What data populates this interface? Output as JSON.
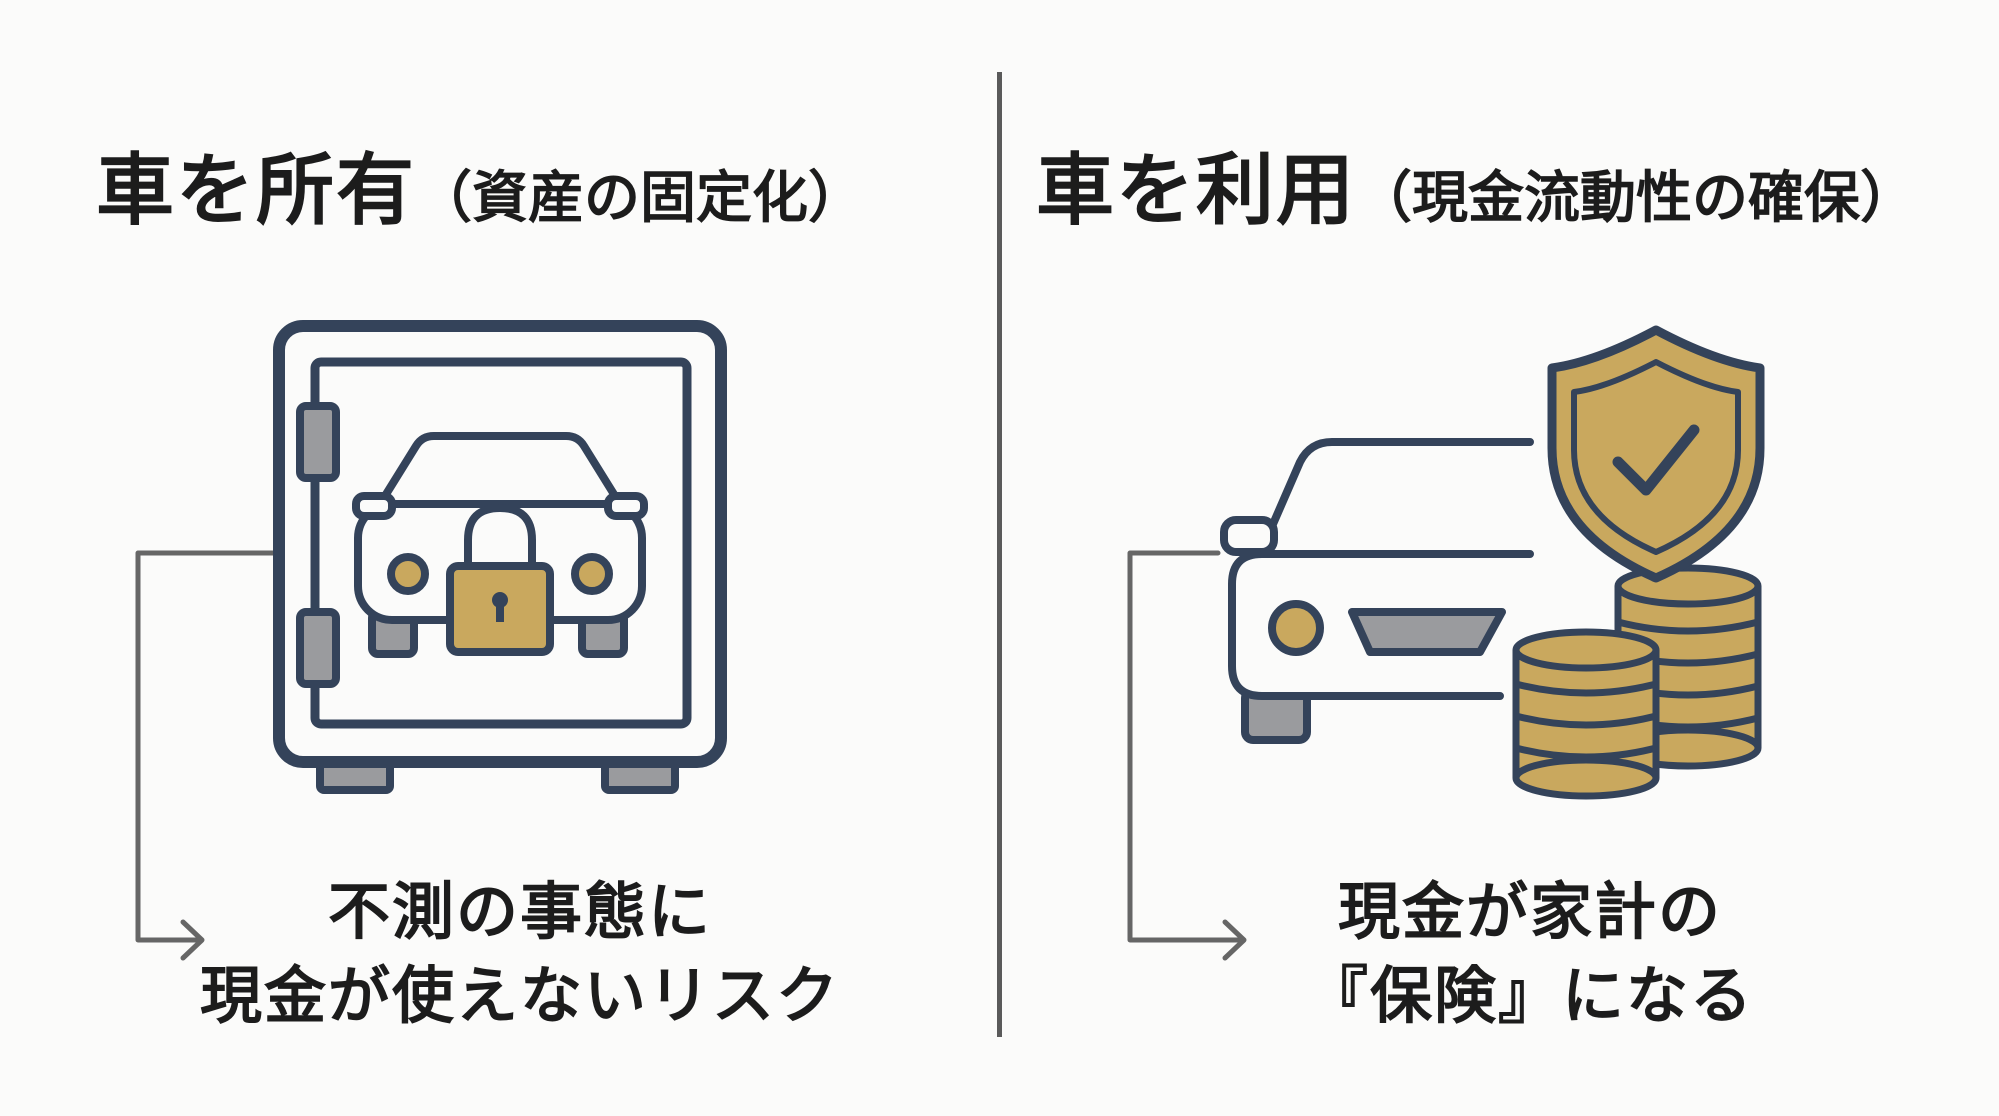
{
  "left": {
    "title_main": "車を所有",
    "title_paren": "（資産の固定化）",
    "caption_line1": "不測の事態に",
    "caption_line2": "現金が使えないリスク"
  },
  "right": {
    "title_main": "車を利用",
    "title_paren": "（現金流動性の確保）",
    "caption_line1": "現金が家計の",
    "caption_line2": "『保険』になる"
  },
  "colors": {
    "navy": "#34435a",
    "gold": "#c9a85e",
    "gray": "#9a9b9e",
    "line": "#666666",
    "background": "#fbfbfa"
  },
  "icons": {
    "left": [
      "safe-icon",
      "car-icon",
      "padlock-icon"
    ],
    "right": [
      "car-icon",
      "shield-check-icon",
      "coin-stack-icon"
    ]
  }
}
